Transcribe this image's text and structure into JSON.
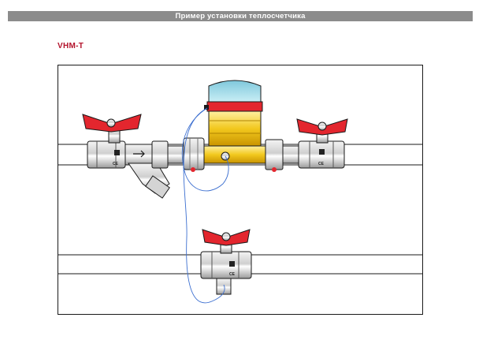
{
  "header": {
    "title": "Пример установки теплосчетчика"
  },
  "model": {
    "label": "VHM-T"
  },
  "colors": {
    "header_bg": "#8c8c8c",
    "model_label": "#b3122b",
    "handle_red": "#e3262e",
    "brass": "#f2c81e",
    "meter_cyan": "#9ad9e6",
    "cable_blue": "#3c6fd0"
  },
  "valves": {
    "marking": "CE"
  }
}
